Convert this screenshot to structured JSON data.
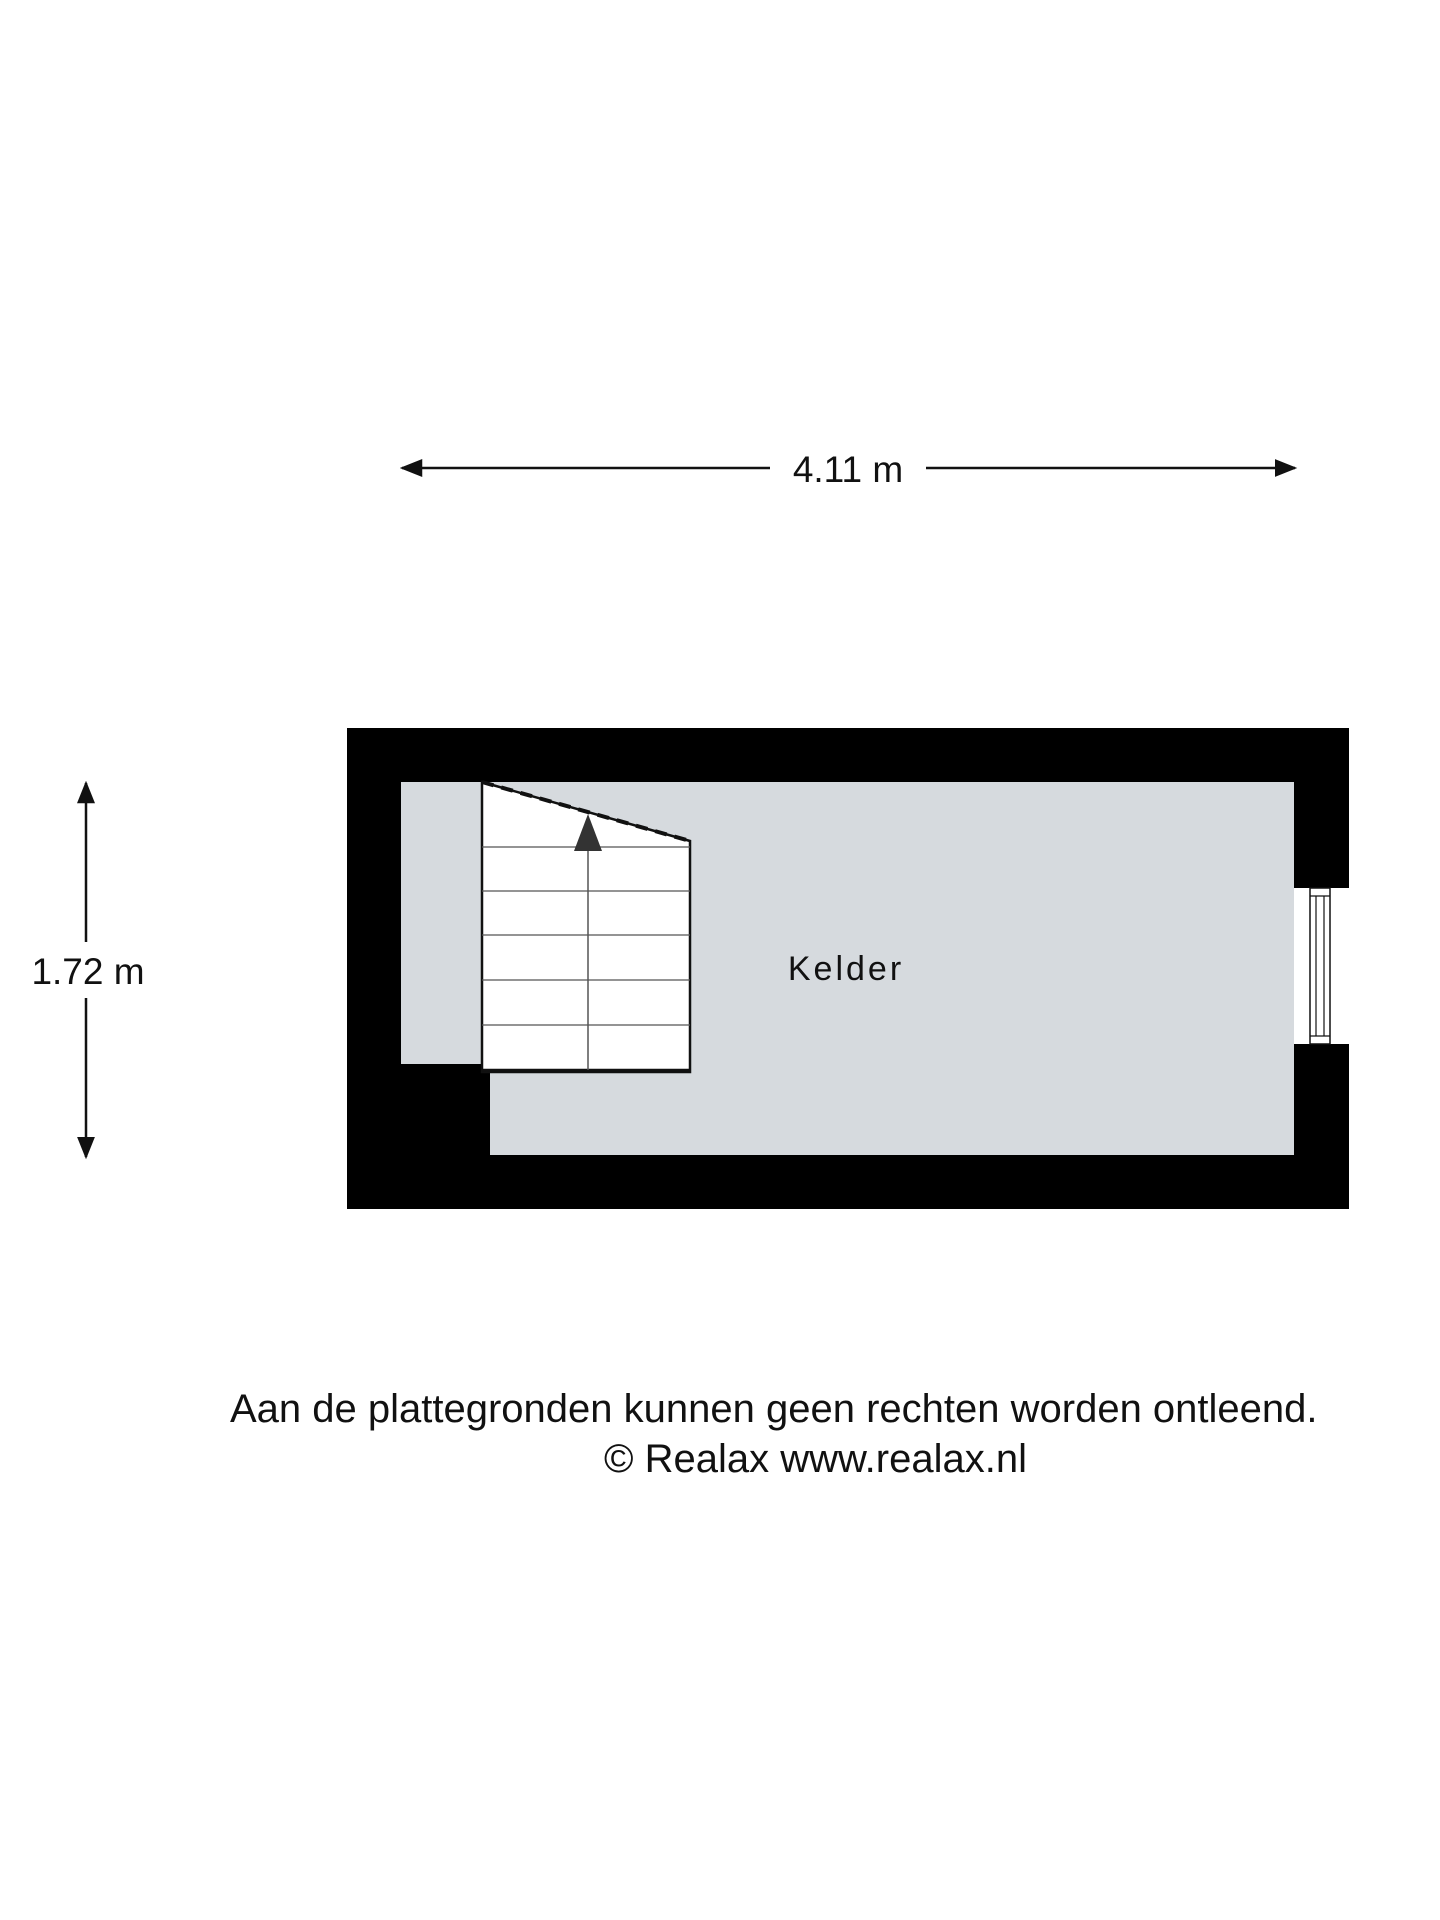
{
  "floorplan": {
    "room_name": "Kelder",
    "width_label": "4.11 m",
    "height_label": "1.72 m",
    "stair_direction": "up",
    "colors": {
      "wall": "#000000",
      "floor": "#d6dade",
      "stair": "#ffffff",
      "line": "#111111"
    }
  },
  "footer": {
    "disclaimer": "Aan de plattegronden kunnen geen rechten worden ontleend.",
    "copyright": "© Realax www.realax.nl"
  }
}
